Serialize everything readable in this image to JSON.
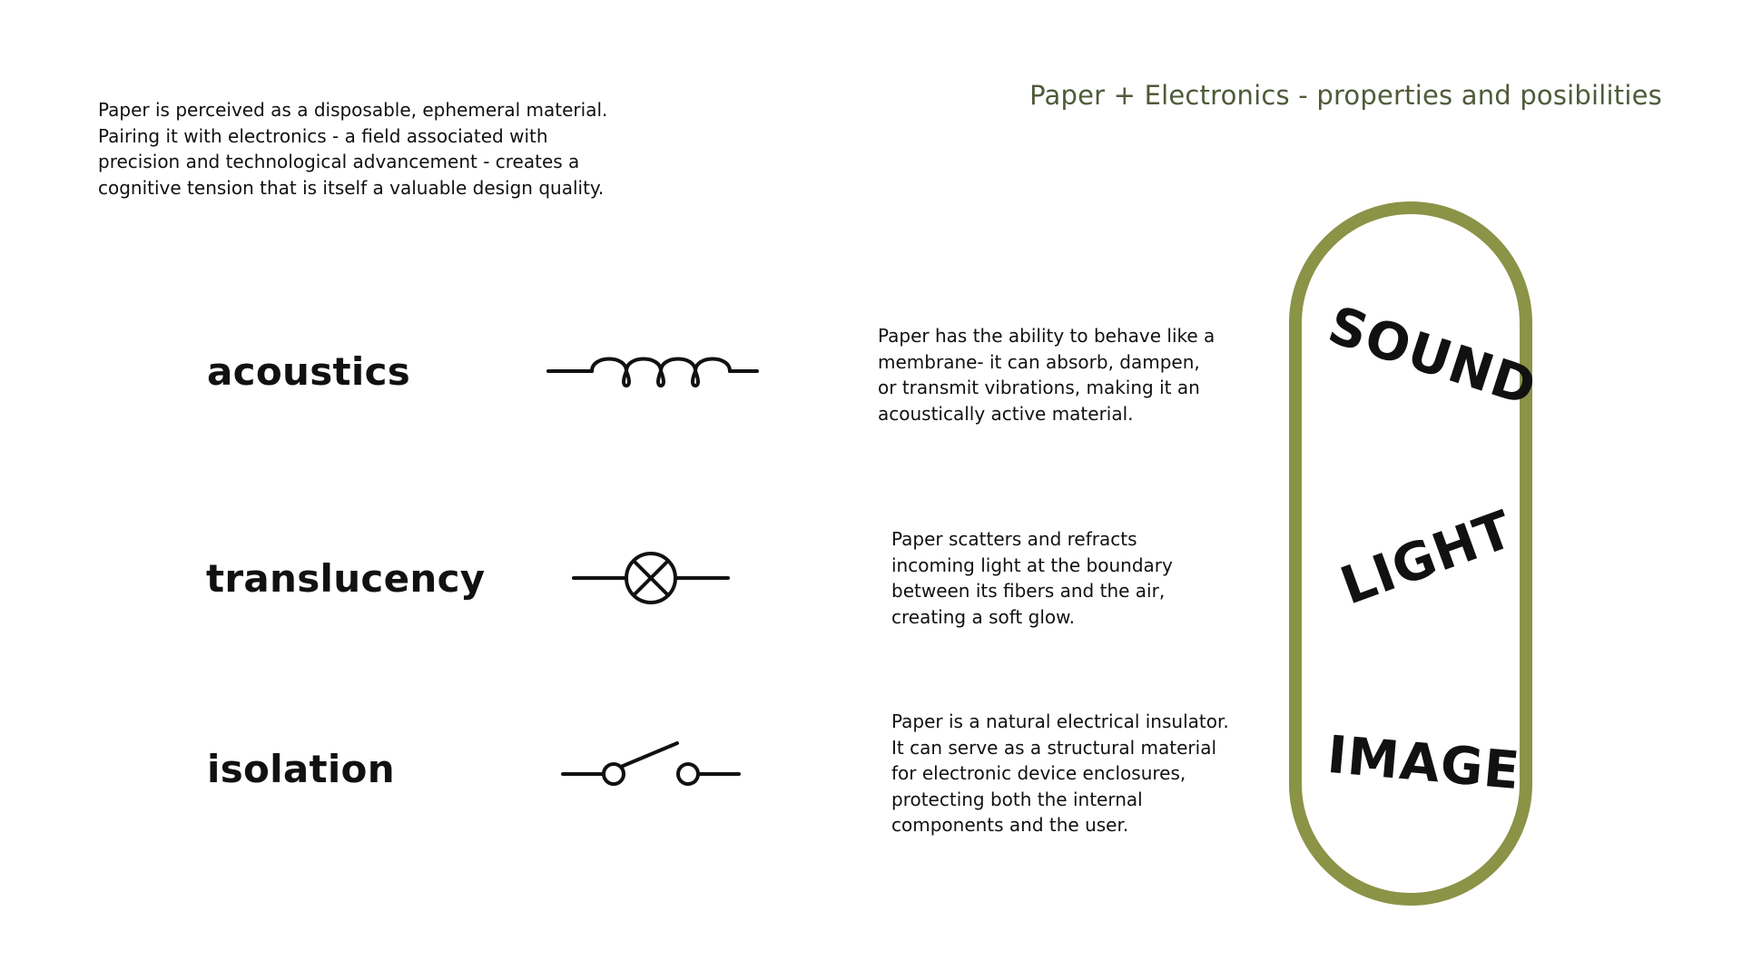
{
  "header": {
    "title": "Paper + Electronics - properties and posibilities"
  },
  "intro": {
    "lines": [
      "Paper is perceived as a disposable, ephemeral material.",
      "Pairing it with electronics - a field associated with",
      "precision and technological advancement - creates a",
      "cognitive tension that is itself a valuable design quality."
    ]
  },
  "properties": [
    {
      "name": "acoustics",
      "symbol": "inductor-coil-icon",
      "description": [
        "Paper has the ability to behave like a",
        "membrane- it can absorb, dampen,",
        "or transmit vibrations, making it an",
        "acoustically active material."
      ]
    },
    {
      "name": "translucency",
      "symbol": "lamp-icon",
      "description": [
        "Paper scatters and refracts",
        "incoming light at the boundary",
        "between its fibers and the air,",
        "creating a soft glow."
      ]
    },
    {
      "name": "isolation",
      "symbol": "open-switch-icon",
      "description": [
        "Paper is a natural electrical insulator.",
        "It can serve as a structural material",
        "for electronic device enclosures,",
        "protecting both the internal",
        "components and the user."
      ]
    }
  ],
  "pill": {
    "words": [
      "SOUND",
      "LIGHT",
      "IMAGE"
    ]
  },
  "colors": {
    "accent": "#8a9346",
    "title": "#4f5a39",
    "text": "#111111"
  }
}
